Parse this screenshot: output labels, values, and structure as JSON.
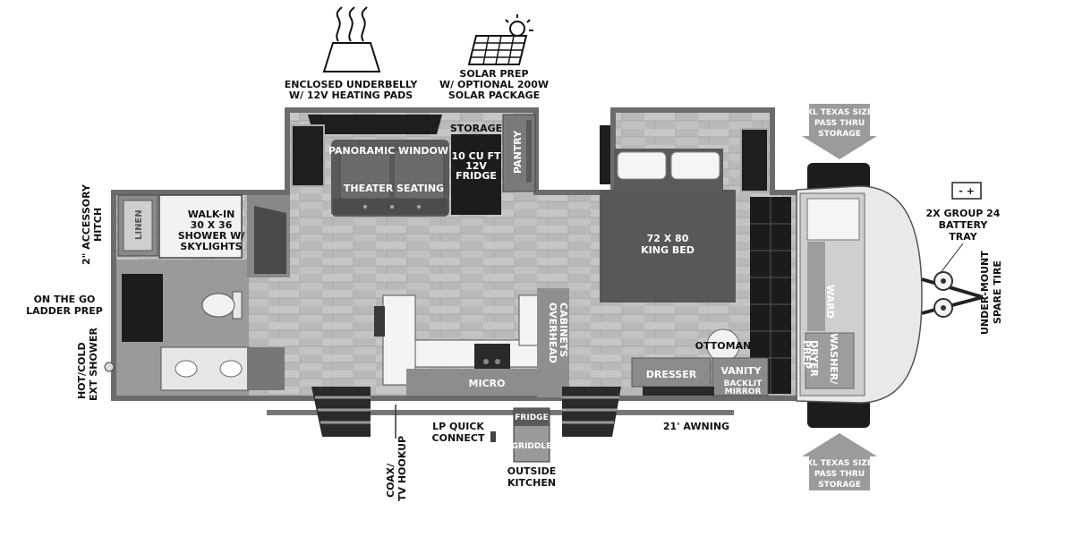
{
  "features": {
    "underbelly": [
      "ENCLOSED UNDERBELLY",
      "W/ 12V HEATING PADS"
    ],
    "solar": [
      "SOLAR PREP",
      "W/ OPTIONAL 200W",
      "SOLAR PACKAGE"
    ],
    "storage_top": [
      "XL TEXAS SIZE",
      "PASS THRU",
      "STORAGE"
    ],
    "storage_bottom": [
      "XL TEXAS SIZE",
      "PASS THRU",
      "STORAGE"
    ],
    "battery": [
      "2X GROUP 24",
      "BATTERY",
      "TRAY"
    ],
    "spare_tire": [
      "UNDER-MOUNT",
      "SPARE TIRE"
    ],
    "accessory_hitch": [
      "2\" ACCESSORY",
      "HITCH"
    ],
    "ladder": [
      "ON THE GO",
      "LADDER PREP"
    ],
    "ext_shower": [
      "HOT/COLD",
      "EXT SHOWER"
    ],
    "coax": [
      "COAX/",
      "TV HOOKUP"
    ],
    "lp_quick": [
      "LP QUICK",
      "CONNECT"
    ],
    "outside_kitchen": [
      "OUTSIDE",
      "KITCHEN"
    ],
    "awning": "21' AWNING"
  },
  "rooms": {
    "panoramic_window": "PANORAMIC WINDOW",
    "theater_seating": "THEATER SEATING",
    "storage": "STORAGE",
    "fridge": [
      "10 CU FT",
      "12V",
      "FRIDGE"
    ],
    "pantry": "PANTRY",
    "bed": [
      "72 X 80",
      "KING BED"
    ],
    "linen": "LINEN",
    "shower": [
      "WALK-IN",
      "30 X 36",
      "SHOWER W/",
      "SKYLIGHTS"
    ],
    "overhead_cabinets": [
      "OVERHEAD",
      "CABINETS"
    ],
    "micro": "MICRO",
    "outside_fridge": "FRIDGE",
    "griddle": "GRIDDLE",
    "ottoman": "OTTOMAN",
    "dresser": "DRESSER",
    "vanity": "VANITY",
    "backlit_mirror": [
      "BACKLIT",
      "MIRROR"
    ],
    "ward": "WARD",
    "dryer_prep": [
      "DRYER",
      "PREP"
    ],
    "washer": "WASHER/"
  },
  "icons": {
    "battery_terminals": "- +"
  }
}
